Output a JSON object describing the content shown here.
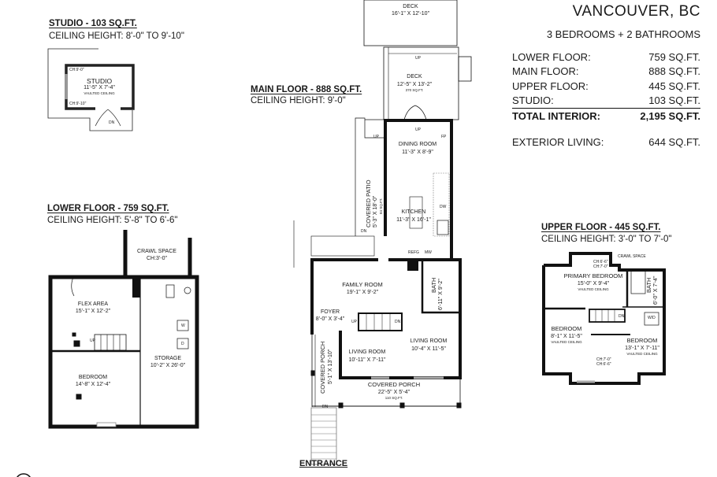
{
  "summary": {
    "city": "VANCOUVER, BC",
    "rooms": "3 BEDROOMS + 2 BATHROOMS",
    "rows": [
      {
        "label": "LOWER FLOOR:",
        "value": "759 SQ.FT."
      },
      {
        "label": "MAIN FLOOR:",
        "value": "888 SQ.FT."
      },
      {
        "label": "UPPER FLOOR:",
        "value": "445 SQ.FT."
      },
      {
        "label": "STUDIO:",
        "value": "103 SQ.FT."
      }
    ],
    "total": {
      "label": "TOTAL INTERIOR:",
      "value": "2,195 SQ.FT."
    },
    "exterior": {
      "label": "EXTERIOR LIVING:",
      "value": "644 SQ.FT."
    }
  },
  "studio": {
    "title": "STUDIO - 103 SQ.FT.",
    "ceiling": "CEILING HEIGHT: 8'-0\" TO 9'-10\"",
    "room": {
      "name": "STUDIO",
      "dims": "11'-5\" X 7'-4\"",
      "note": "VAULTED CEILING"
    },
    "ch1": "CH:9'-0\"",
    "ch2": "CH:9'-10\"",
    "dn": "DN"
  },
  "lower": {
    "title": "LOWER FLOOR - 759 SQ.FT.",
    "ceiling": "CEILING HEIGHT: 5'-8\" TO 6'-6\"",
    "crawl": {
      "name": "CRAWL SPACE",
      "dims": "CH:3'-0\""
    },
    "flex": {
      "name": "FLEX AREA",
      "dims": "15'-1\" X 12'-2\""
    },
    "storage": {
      "name": "STORAGE",
      "dims": "10'-2\" X 26'-0\""
    },
    "bedroom": {
      "name": "BEDROOM",
      "dims": "14'-8\" X 12'-4\""
    },
    "up": "UP",
    "washer": "W",
    "dryer": "D"
  },
  "main": {
    "title": "MAIN FLOOR - 888 SQ.FT.",
    "ceiling": "CEILING HEIGHT: 9'-0\"",
    "deck_upper": {
      "name": "DECK",
      "dims": "16'-1\" X 12'-10\""
    },
    "deck": {
      "name": "DECK",
      "dims": "12'-5\" X 13'-2\"",
      "note": "370 SQ.FT."
    },
    "dining": {
      "name": "DINING ROOM",
      "dims": "11'-3\" X 8'-9\""
    },
    "patio": {
      "name": "COVERED PATIO",
      "dims": "5'-3\" X 18'-0\"",
      "note": "84 SQ.FT."
    },
    "kitchen": {
      "name": "KITCHEN",
      "dims": "11'-3\" X 16'-1\""
    },
    "family": {
      "name": "FAMILY ROOM",
      "dims": "19'-1\" X 9'-2\""
    },
    "bath": {
      "name": "BATH",
      "dims": "6'-11\" X 9'-2\""
    },
    "foyer": {
      "name": "FOYER",
      "dims": "8'-0\" X 3'-4\""
    },
    "living1": {
      "name": "LIVING ROOM",
      "dims": "10'-11\" X 7'-11\""
    },
    "living2": {
      "name": "LIVING ROOM",
      "dims": "10'-4\" X 11'-5\""
    },
    "porch_side": {
      "name": "COVERED PORCH",
      "dims": "5'-1\" X 13'-10\""
    },
    "porch_front": {
      "name": "COVERED PORCH",
      "dims": "22'-5\" X 5'-4\"",
      "note": "110 SQ.FT."
    },
    "up": "UP",
    "dn": "DN",
    "fp": "FP",
    "refg": "REFG",
    "mw": "MW",
    "dw": "DW",
    "entrance": "ENTRANCE"
  },
  "upper": {
    "title": "UPPER FLOOR - 445 SQ.FT.",
    "ceiling": "CEILING HEIGHT: 3'-0\" TO 7'-0\"",
    "crawl": "CRAWL SPACE",
    "primary": {
      "name": "PRIMARY BEDROOM",
      "dims": "15'-0\" X 9'-4\"",
      "note": "VAULTED CEILING"
    },
    "bath": {
      "name": "BATH",
      "dims": "6'-0\" X 7'-4\""
    },
    "bedroom1": {
      "name": "BEDROOM",
      "dims": "8'-1\" X 11'-5\"",
      "note": "VAULTED CEILING"
    },
    "bedroom2": {
      "name": "BEDROOM",
      "dims": "13'-1\" X 7'-11\"",
      "note": "VAULTED CEILING"
    },
    "wd": "W/D",
    "dn": "DN",
    "ch_a": "CH:6'-6\"",
    "ch_b": "CH:7'-0\""
  }
}
